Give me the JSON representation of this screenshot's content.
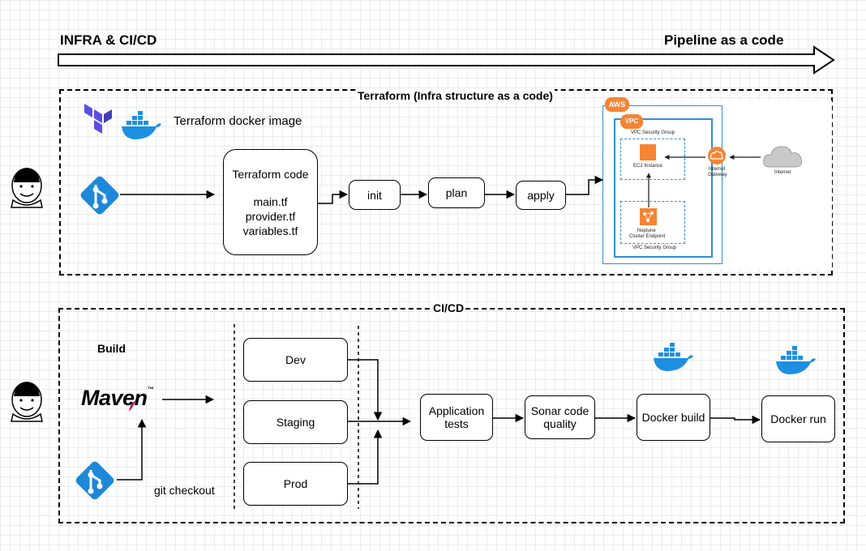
{
  "header": {
    "left_title": "INFRA & CI/CD",
    "right_title": "Pipeline as a code"
  },
  "terraform": {
    "frame_title": "Terraform (Infra structure as a code)",
    "docker_image_label": "Terraform docker image",
    "code_box": {
      "title": "Terraform code",
      "files": [
        "main.tf",
        "provider.tf",
        "variables.tf"
      ]
    },
    "steps": [
      "init",
      "plan",
      "apply"
    ],
    "aws": {
      "aws_badge": "AWS",
      "vpc_badge": "VPC",
      "vpc_sg_top": "VPC Security Group",
      "ec2": "EC2 Instance",
      "igw": [
        "Internet",
        "Gateway"
      ],
      "internet": "Internet",
      "neptune": [
        "Neptune",
        "Cluster Endpoint"
      ],
      "vpc_sg_bottom": "VPC Security Group"
    }
  },
  "cicd": {
    "frame_title": "CI/CD",
    "build_label": "Build",
    "maven_label": "Maven",
    "git_checkout_label": "git checkout",
    "environments": [
      "Dev",
      "Staging",
      "Prod"
    ],
    "app_tests": [
      "Application",
      "tests"
    ],
    "sonar": [
      "Sonar code",
      "quality"
    ],
    "docker_build": "Docker build",
    "docker_run": "Docker run"
  },
  "colors": {
    "aws_orange": "#f58534",
    "aws_blue": "#2f8fd4",
    "git_blue": "#1e88d8",
    "docker_blue": "#1d8fe1",
    "terraform_purple": "#5c4ee5"
  },
  "icons": [
    "jenkins-icon",
    "git-icon",
    "terraform-icon",
    "docker-icon",
    "ec2-icon",
    "internet-gateway-icon",
    "cloud-icon",
    "neptune-icon"
  ]
}
